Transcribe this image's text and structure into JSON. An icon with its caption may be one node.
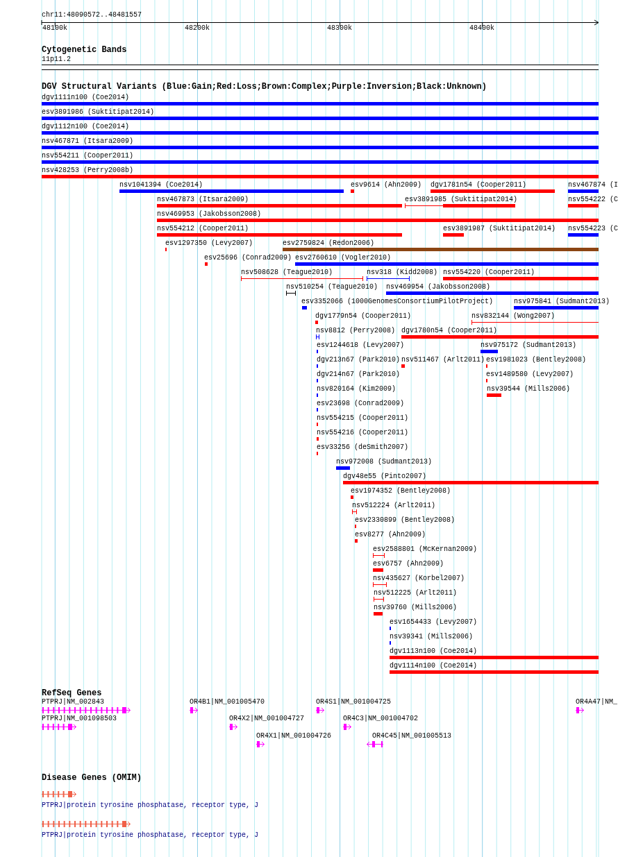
{
  "diagram": {
    "labels": [
      "chr11:48090572..48481557",
      "48100k",
      "48200k",
      "48300k",
      "48400k",
      "Cytogenetic Bands",
      "11p11.2",
      "DGV Structural Variants (Blue:Gain;Red:Loss;Brown:Complex;Purple:Inversion;Black:Unknown)",
      "dgv1111n100 (Coe2014)",
      "esv3891986 (Suktitipat2014)",
      "dgv1112n100 (Coe2014)",
      "nsv467871 (Itsara2009)",
      "nsv554211 (Cooper2011)",
      "nsv428253 (Perry2008b)",
      "nsv1041394 (Coe2014)",
      "esv9614 (Ahn2009)",
      "dgv1781n54 (Cooper2011)",
      "nsv467874 (I",
      "nsv467873 (Itsara2009)",
      "esv3891985 (Suktitipat2014)",
      "nsv554222 (C",
      "nsv469953 (Jakobsson2008)",
      "nsv554212 (Cooper2011)",
      "esv3891987 (Suktitipat2014)",
      "nsv554223 (C",
      "esv1297350 (Levy2007)",
      "esv2759824 (Redon2006)",
      "esv25696 (Conrad2009)",
      "esv2760610 (Vogler2010)",
      "nsv508628 (Teague2010)",
      "nsv318 (Kidd2008)",
      "nsv554220 (Cooper2011)",
      "nsv510254 (Teague2010)",
      "nsv469954 (Jakobsson2008)",
      "esv3352066 (1000GenomesConsortiumPilotProject)",
      "nsv975841 (Sudmant2013)",
      "dgv1779n54 (Cooper2011)",
      "nsv832144 (Wong2007)",
      "nsv8812 (Perry2008)",
      "dgv1780n54 (Cooper2011)",
      "esv1244618 (Levy2007)",
      "nsv975172 (Sudmant2013)",
      "dgv213n67 (Park2010)",
      "nsv511467 (Arlt2011)",
      "esv1981023 (Bentley2008)",
      "dgv214n67 (Park2010)",
      "esv1489580 (Levy2007)",
      "nsv820164 (Kim2009)",
      "nsv39544 (Mills2006)",
      "esv23698 (Conrad2009)",
      "nsv554215 (Cooper2011)",
      "nsv554216 (Cooper2011)",
      "esv33256 (deSmith2007)",
      "nsv972008 (Sudmant2013)",
      "dgv48e55 (Pinto2007)",
      "esv1974352 (Bentley2008)",
      "nsv512224 (Arlt2011)",
      "esv2330899 (Bentley2008)",
      "esv8277 (Ahn2009)",
      "esv2588801 (McKernan2009)",
      "esv6757 (Ahn2009)",
      "nsv435627 (Korbel2007)",
      "nsv512225 (Arlt2011)",
      "nsv39760 (Mills2006)",
      "esv1654433 (Levy2007)",
      "nsv39341 (Mills2006)",
      "dgv1113n100 (Coe2014)",
      "dgv1114n100 (Coe2014)",
      "RefSeq Genes",
      "PTPRJ|NM_002843",
      "OR4B1|NM_001005470",
      "OR4S1|NM_001004725",
      "OR4A47|NM_",
      "PTPRJ|NM_001098503",
      "OR4X2|NM_001004727",
      "OR4C3|NM_001004702",
      "OR4X1|NM_001004726",
      "OR4C45|NM_001005513",
      "Disease Genes (OMIM)",
      "PTPRJ|protein tyrosine phosphatase, receptor type, J",
      "PTPRJ|protein tyrosine phosphatase, receptor type, J"
    ]
  }
}
